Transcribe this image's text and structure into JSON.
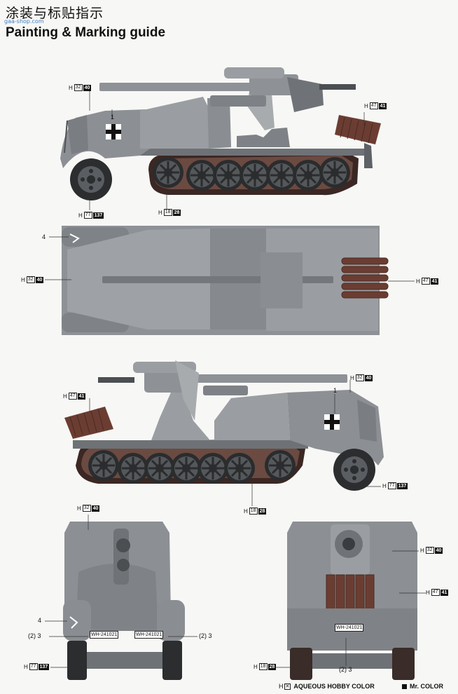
{
  "header": {
    "cn_title": "涂装与标贴指示",
    "watermark": "gaa-shop.com",
    "en_title": "Painting & Marking guide"
  },
  "callouts": [
    {
      "name": "side-right-h32",
      "h": "32",
      "mr": "40"
    },
    {
      "name": "side-right-h47",
      "h": "47",
      "mr": "41"
    },
    {
      "name": "side-right-h77",
      "h": "77",
      "mr": "137"
    },
    {
      "name": "side-right-h18",
      "h": "18",
      "mr": "28"
    },
    {
      "name": "top-h32",
      "h": "32",
      "mr": "40"
    },
    {
      "name": "top-h47",
      "h": "47",
      "mr": "41"
    },
    {
      "name": "side-left-h47",
      "h": "47",
      "mr": "41"
    },
    {
      "name": "side-left-h32",
      "h": "32",
      "mr": "40"
    },
    {
      "name": "side-left-h77",
      "h": "77",
      "mr": "137"
    },
    {
      "name": "side-left-h18",
      "h": "18",
      "mr": "28"
    },
    {
      "name": "front-h32",
      "h": "32",
      "mr": "40"
    },
    {
      "name": "front-h77",
      "h": "77",
      "mr": "137"
    },
    {
      "name": "rear-h32",
      "h": "32",
      "mr": "40"
    },
    {
      "name": "rear-h47",
      "h": "47",
      "mr": "41"
    },
    {
      "name": "rear-h18",
      "h": "18",
      "mr": "28"
    }
  ],
  "markers": {
    "one_a": "1",
    "one_b": "1",
    "four_a": "4",
    "four_b": "4",
    "two_three_a": "(2) 3",
    "two_three_b": "(2) 3",
    "two_three_c": "(2) 3"
  },
  "plates": {
    "front_left": "WH-241021",
    "front_right": "WH-241021",
    "rear": "WH-241021"
  },
  "legend": {
    "aqueous": "AQUEOUS HOBBY COLOR",
    "mr": "Mr. COLOR"
  }
}
